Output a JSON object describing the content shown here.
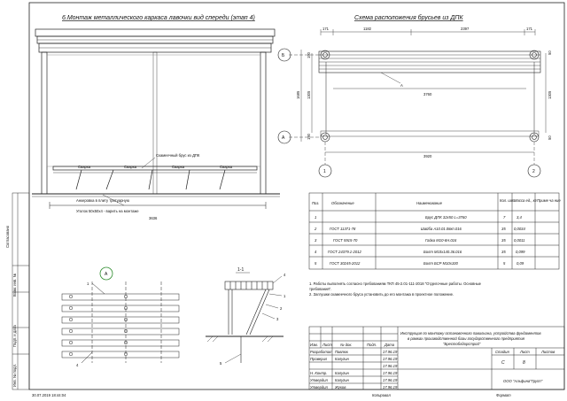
{
  "drawing": {
    "front_view_title": "6.Монтаж металлического каркаса лавочки вид спереди (этап 4)",
    "beam_scheme_title": "Схема расположения брусьев из ДПК",
    "annotations": {
      "anchor_line1": "Анкеровка в плиту тротуарную",
      "anchor_line2": "Уголок 50х50х4 - варить на монтаже",
      "beam_label": "Скамеечный брус из ДПК",
      "weld": "Сварка",
      "width_front": "3636"
    },
    "plan_dims": {
      "d171a": "171",
      "d1182": "1182",
      "d2397": "2397",
      "d171b": "171",
      "d3760": "3760",
      "d3920": "3920",
      "d1685": "1685",
      "d1305": "1305",
      "d1305b": "1305",
      "d190": "190",
      "d190b": "190",
      "d50": "50",
      "d50b": "50",
      "label_a": "А",
      "axis_a": "А",
      "axis_b": "Б",
      "axis_1": "1",
      "axis_2": "2",
      "axis_b_left": "Б",
      "axis_a_left": "А"
    },
    "detail_a_label": "А",
    "section_label": "1-1",
    "callouts": [
      "1",
      "2",
      "3",
      "4",
      "5"
    ]
  },
  "spec_table": {
    "headers": [
      "Поз.",
      "Обозначение",
      "Наименование",
      "Кол. шт.",
      "Масса ед., кг",
      "Приме ча ние"
    ],
    "rows": [
      {
        "pos": "1",
        "code": "",
        "name": "Брус ДПК 32х50 L=3760",
        "qty": "7",
        "mass": "3,4",
        "note": ""
      },
      {
        "pos": "2",
        "code": "ГОСТ 11371-78",
        "name": "Шайба А10.01.08кп.016",
        "qty": "35",
        "mass": "0,0034",
        "note": ""
      },
      {
        "pos": "3",
        "code": "ГОСТ 5915-70",
        "name": "Гайка М10-6Н.016",
        "qty": "35",
        "mass": "0,0011",
        "note": ""
      },
      {
        "pos": "4",
        "code": "ГОСТ 24379.1-2012",
        "name": "Болт М10х140.36.016",
        "qty": "35",
        "mass": "0,099",
        "note": ""
      },
      {
        "pos": "5",
        "code": "ГОСТ 30245-2012",
        "name": "Болт БСР М10х100",
        "qty": "5",
        "mass": "0,09",
        "note": ""
      }
    ]
  },
  "notes": [
    "1. Работы выполнять согласно требованиям ТКП 45-2.01-111-2018 \"Отделочные работы. Основные",
    "требования\".",
    "2. Заглушки скамеечного бруса установить до его монтажа в проектное положение."
  ],
  "title_block": {
    "description_line1": "Инструкция по монтажу остановочного павильона, устройства фундаментов",
    "description_line2": "в рамках производственной базы государственного предприятия",
    "description_line3": "\"Брестоблдорстрой\"",
    "col_headers": [
      "Изм.",
      "Лист",
      "№ док.",
      "Подп.",
      "Дата"
    ],
    "people": [
      {
        "role": "Разработал",
        "name": "Павлюк",
        "date": "17.96.19"
      },
      {
        "role": "Проверил",
        "name": "Калугин",
        "date": "17.96.19"
      },
      {
        "role": "",
        "name": "",
        "date": "17.96.19"
      },
      {
        "role": "Н. Контр.",
        "name": "Калугин",
        "date": "17.96.19"
      },
      {
        "role": "Утвердил",
        "name": "Калугин",
        "date": "17.96.19"
      },
      {
        "role": "Утвердил",
        "name": "Жуков",
        "date": "17.96.19"
      }
    ],
    "stage_header": "Стадия",
    "sheet_header": "Лист",
    "sheets_header": "Листов",
    "stage": "С",
    "sheet": "8",
    "company": "ООО \"Альфина\"Групп\""
  },
  "side_stamp": [
    "Согласовано",
    "Взам. инв. №",
    "Подп. и дата",
    "Инв. № подл."
  ],
  "footer": {
    "timestamp": "30.07.2019 18:44:04",
    "copied": "Копировал",
    "format": "Формат"
  }
}
